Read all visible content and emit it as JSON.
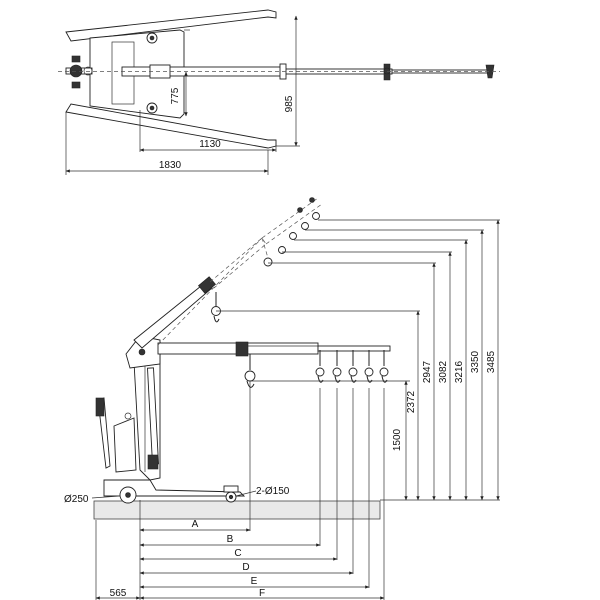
{
  "top_view": {
    "dim_775": "775",
    "dim_985": "985",
    "dim_1130": "1130",
    "dim_1830": "1830"
  },
  "side_view": {
    "dim_1500": "1500",
    "dim_2372": "2372",
    "dim_2947": "2947",
    "dim_3082": "3082",
    "dim_3216": "3216",
    "dim_3350": "3350",
    "dim_3485": "3485",
    "wheel_left": "Ø250",
    "wheel_right": "2-Ø150",
    "dim_565": "565",
    "dim_A": "A",
    "dim_B": "B",
    "dim_C": "C",
    "dim_D": "D",
    "dim_E": "E",
    "dim_F": "F"
  }
}
